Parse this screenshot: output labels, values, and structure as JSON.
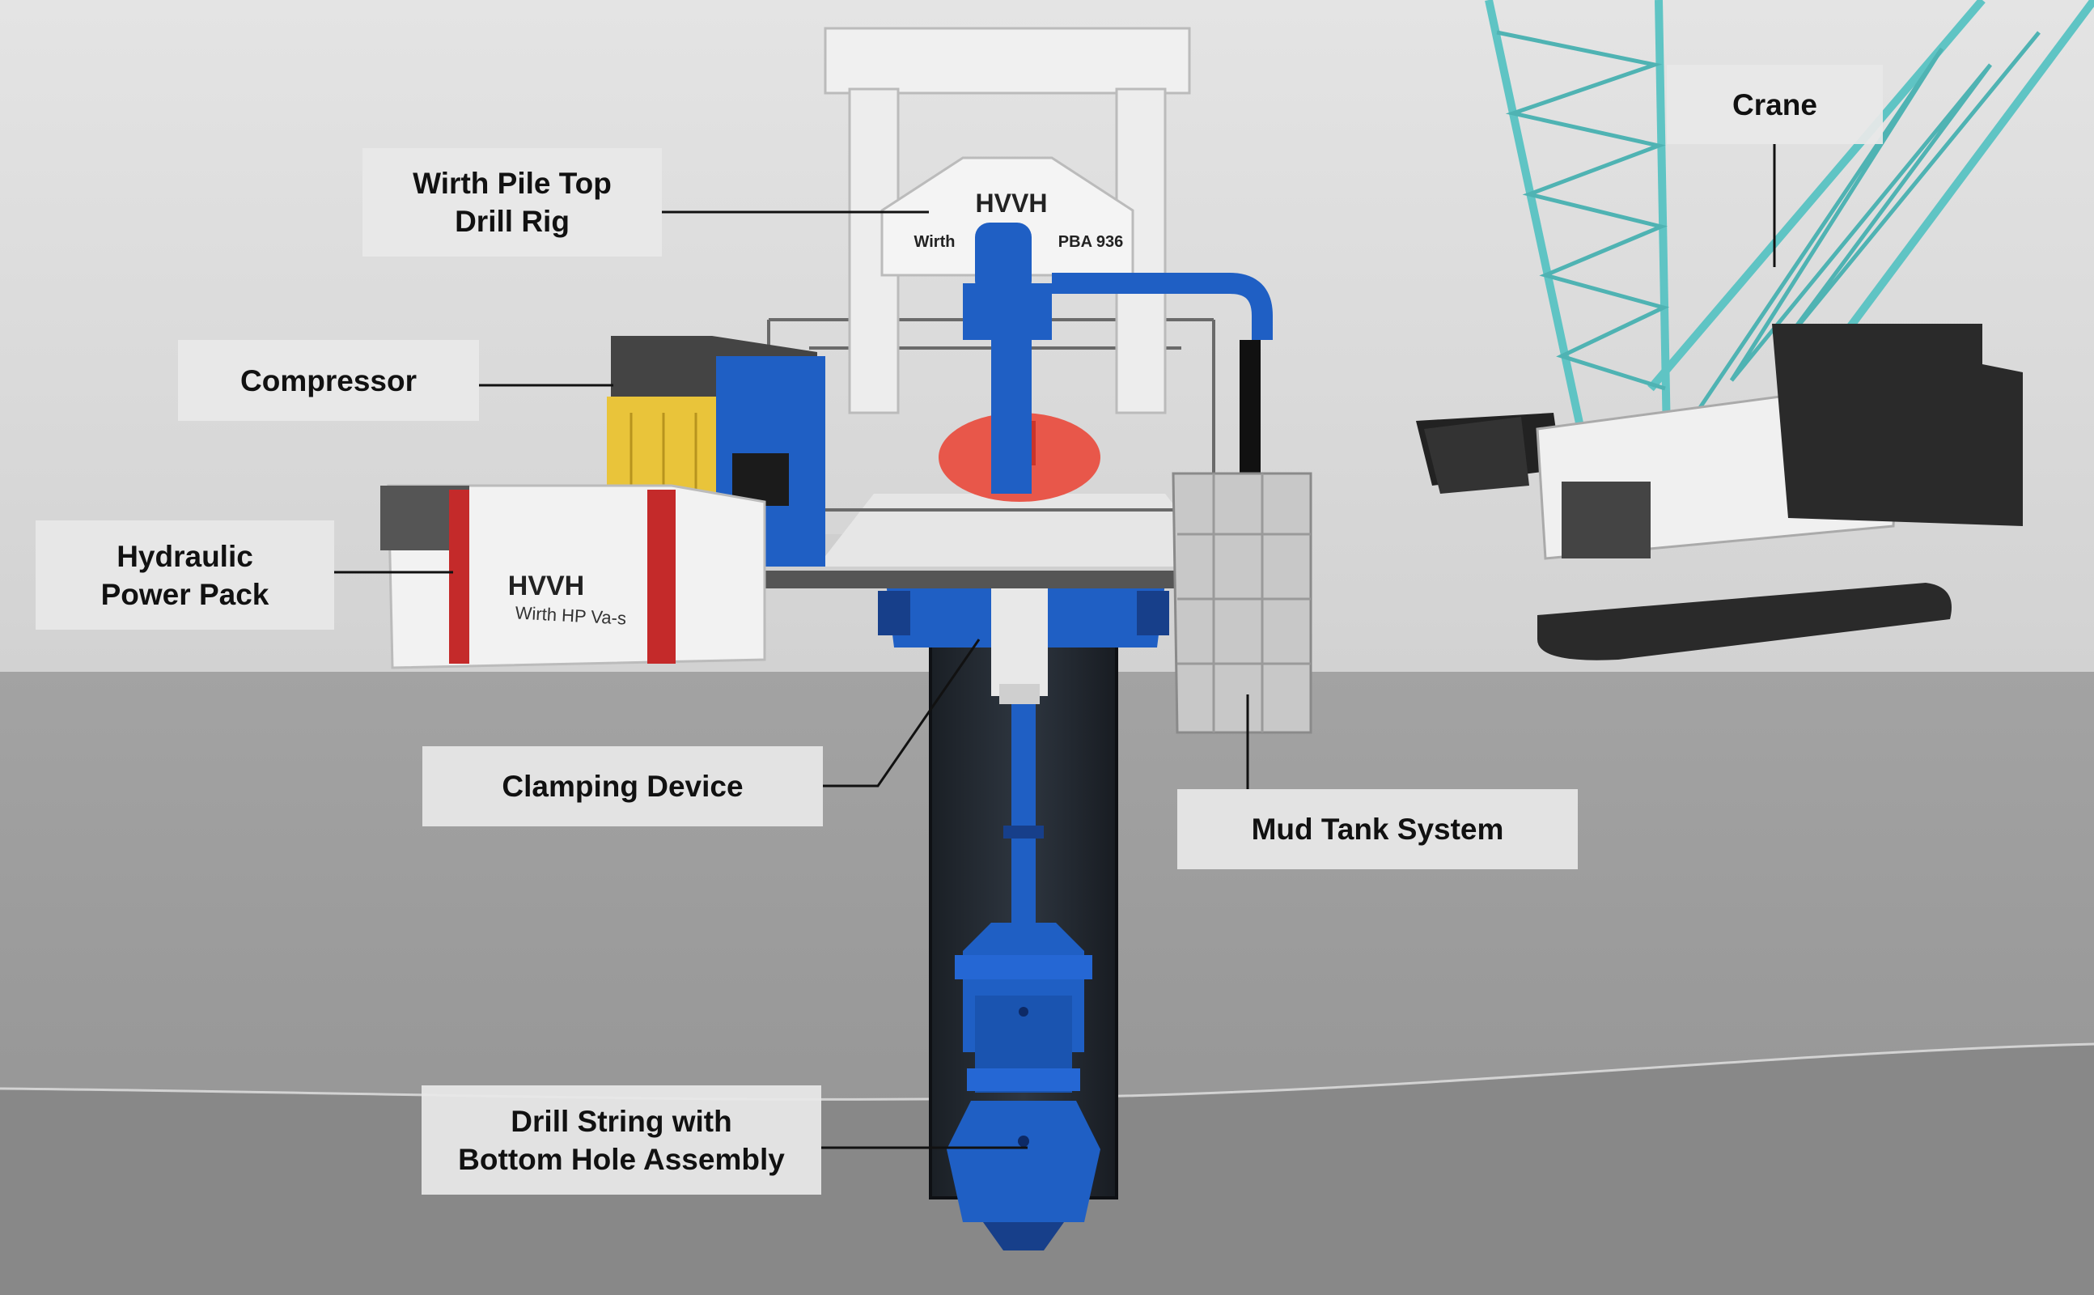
{
  "labels": {
    "drill_rig": [
      "Wirth Pile Top",
      "Drill Rig"
    ],
    "compressor": "Compressor",
    "power_pack": [
      "Hydraulic",
      "Power Pack"
    ],
    "clamping": "Clamping Device",
    "mud_tank": "Mud Tank System",
    "drill_string": [
      "Drill String with",
      "Bottom Hole Assembly"
    ],
    "crane": "Crane"
  },
  "machine_markings": {
    "rig_logo": "HVVH",
    "rig_brand": "Wirth",
    "rig_model": "PBA 936",
    "pack_logo": "HVVH",
    "pack_model": "Wirth HP Va-s"
  },
  "colors": {
    "sky": "#d9d9d9",
    "ground": "#9a9a9a",
    "deep_ground": "#8a8a8a",
    "rig_blue": "#1f5fc4",
    "crane_teal": "#5fc4c4",
    "compressor_yellow": "#e9c43a",
    "drill_red": "#e8574a"
  }
}
